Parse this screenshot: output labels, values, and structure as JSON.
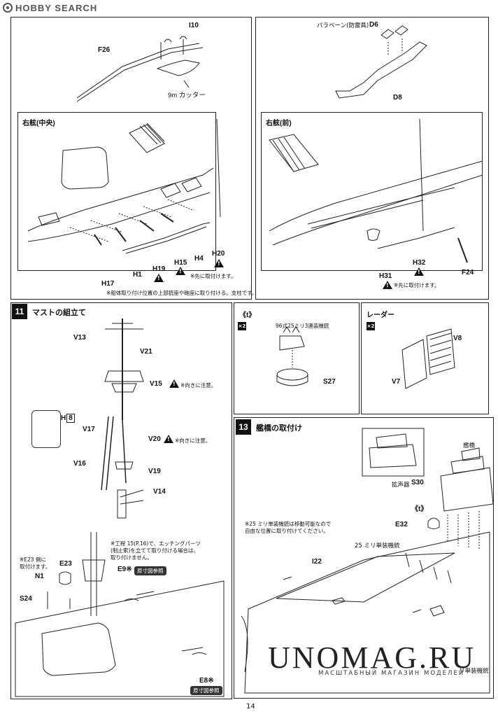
{
  "header": {
    "logo_text": "HOBBY SEARCH"
  },
  "top_left": {
    "labels": {
      "i10": "I10",
      "f26": "F26",
      "cutter": "9m カッター"
    },
    "inset_title": "右舷(中央)",
    "parts": [
      "H17",
      "H1",
      "H19",
      "H15",
      "H4",
      "H20"
    ],
    "note_first": "※先に取付けます。",
    "footnote": "※船体取り付け位置の上部銃座や砲座に取り付ける。支柱です。"
  },
  "top_right": {
    "paravane": "パラベーン(防雷具)",
    "d6": "D6",
    "d8": "D8",
    "inset_title": "右舷(前)",
    "parts": [
      "H31",
      "H32",
      "F24"
    ],
    "note_first": "※先に取付けます。"
  },
  "step11": {
    "number": "11",
    "title": "マストの組立て",
    "parts": {
      "v13": "V13",
      "v21": "V21",
      "v15": "V15",
      "v17": "V17",
      "v20": "V20",
      "v16": "V16",
      "v19": "V19",
      "v14": "V14",
      "h8": "H",
      "h8b": "8"
    },
    "attention": "※向きに注意。",
    "note_etching": "※工程 15(P.16)で、エッチングパーツ\n(制止索)を立てて取り付ける場合は、\n取り付けません。",
    "note_e23": "※E23 側に\n取付けます。",
    "lower": {
      "n1": "N1",
      "e23": "E23",
      "s24": "S24",
      "e9": "E9※",
      "e8": "E8※",
      "ref": "原寸図参照"
    }
  },
  "mid": {
    "t_label": "《t》",
    "x2": "×2",
    "gun_label": "96式25ミリ3連装機銃",
    "s27": "S27",
    "radar_title": "レーダー",
    "v8": "V8",
    "v7": "V7"
  },
  "step13": {
    "number": "13",
    "title": "艦橋の取付け",
    "bridge": "艦橋",
    "speaker": "拡声器",
    "s30": "S30",
    "t_label": "《t》",
    "e32": "E32",
    "single_gun": "25 ミリ単装機銃",
    "single_gun_note": "※25 ミリ単装機銃は移動可能なので\n自由な位置に取り付けてください。",
    "i22": "I22",
    "single_gun_short": "リ単装機銃"
  },
  "watermark": {
    "text": "UNOMAG.RU",
    "sub": "МАСШТАБНЫЙ МАГАЗИН МОДЕЛЕЙ"
  },
  "page_number": "14"
}
